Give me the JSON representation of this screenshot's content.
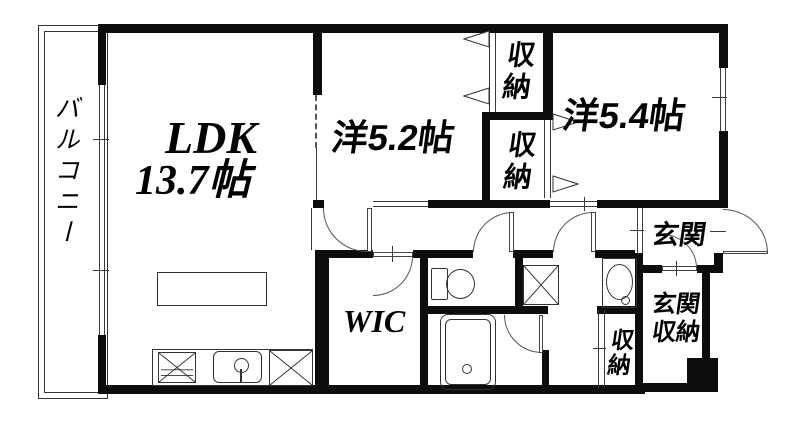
{
  "floorplan": {
    "rooms": {
      "balcony": {
        "label": "バルコニー"
      },
      "ldk": {
        "label": "LDK",
        "size": "13.7帖"
      },
      "western_room_small": {
        "label": "洋5.2帖"
      },
      "western_room_large": {
        "label": "洋5.4帖"
      },
      "closet_top": {
        "label": "収納"
      },
      "closet_bottom": {
        "label": "収納"
      },
      "wic": {
        "label": "WIC"
      },
      "washroom_closet": {
        "label": "収納"
      },
      "entrance": {
        "label": "玄関"
      },
      "entrance_closet": {
        "label_line1": "玄関",
        "label_line2": "収納"
      }
    },
    "colors": {
      "wall": "#0d0d0d",
      "line": "#3a3a3a",
      "background": "#ffffff"
    }
  }
}
